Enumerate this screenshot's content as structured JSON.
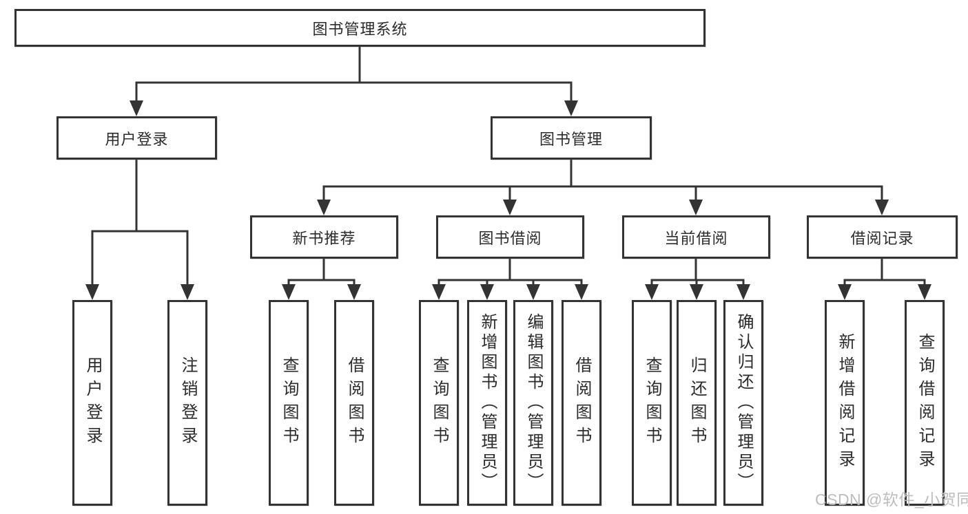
{
  "colors": {
    "line": "#333333",
    "box_border": "#333333",
    "text": "#2b2b2b",
    "background": "#ffffff",
    "watermark": "#bdbdbd"
  },
  "watermark": {
    "text": "CSDN @软件_小贺同学"
  },
  "nodes": {
    "root": {
      "label": "图书管理系统"
    },
    "user_login": {
      "label": "用户登录"
    },
    "book_mgmt": {
      "label": "图书管理"
    },
    "new_book_rec": {
      "label": "新书推荐"
    },
    "book_borrow": {
      "label": "图书借阅"
    },
    "current_borrow": {
      "label": "当前借阅"
    },
    "borrow_record": {
      "label": "借阅记录"
    },
    "leaf_user_login": {
      "label": "用户登录"
    },
    "leaf_logout": {
      "label": "注销登录"
    },
    "leaf_query_book_rec": {
      "label": "查询图书"
    },
    "leaf_borrow_book_rec": {
      "label": "借阅图书"
    },
    "leaf_query_book_borrow": {
      "label": "查询图书"
    },
    "leaf_add_book_admin": {
      "label": "新增图书（管理员）"
    },
    "leaf_edit_book_admin": {
      "label": "编辑图书（管理员）"
    },
    "leaf_borrow_book_borrow": {
      "label": "借阅图书"
    },
    "leaf_query_book_current": {
      "label": "查询图书"
    },
    "leaf_return_book": {
      "label": "归还图书"
    },
    "leaf_confirm_return_admin": {
      "label": "确认归还（管理员）"
    },
    "leaf_add_borrow_record": {
      "label": "新增借阅记录"
    },
    "leaf_query_borrow_record": {
      "label": "查询借阅记录"
    }
  },
  "hierarchy": {
    "图书管理系统": [
      "用户登录",
      "图书管理"
    ],
    "用户登录": [
      "用户登录",
      "注销登录"
    ],
    "图书管理": [
      "新书推荐",
      "图书借阅",
      "当前借阅",
      "借阅记录"
    ],
    "新书推荐": [
      "查询图书",
      "借阅图书"
    ],
    "图书借阅": [
      "查询图书",
      "新增图书（管理员）",
      "编辑图书（管理员）",
      "借阅图书"
    ],
    "当前借阅": [
      "查询图书",
      "归还图书",
      "确认归还（管理员）"
    ],
    "借阅记录": [
      "新增借阅记录",
      "查询借阅记录"
    ]
  }
}
